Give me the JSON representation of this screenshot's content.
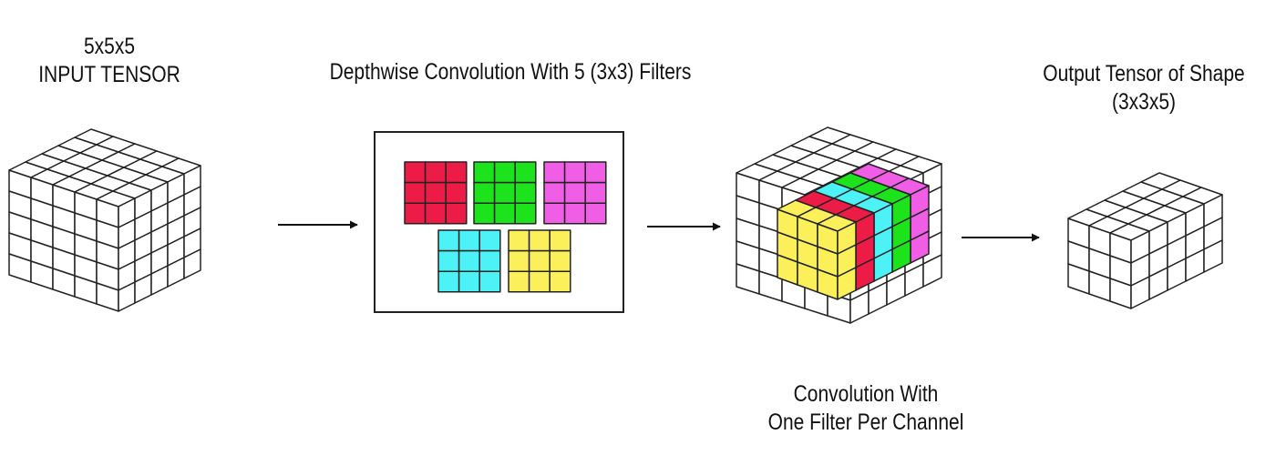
{
  "captions": {
    "input": {
      "line1": "5x5x5",
      "line2": "INPUT TENSOR"
    },
    "depthwise": "Depthwise Convolution With 5 (3x3) Filters",
    "output": {
      "line1": "Output Tensor of Shape",
      "line2": "(3x3x5)"
    },
    "convolution": {
      "line1": "Convolution With",
      "line2": "One Filter Per Channel"
    }
  },
  "filters": [
    {
      "color": "#ed1c46"
    },
    {
      "color": "#1ce31c"
    },
    {
      "color": "#f05ee6"
    },
    {
      "color": "#4cf2f5"
    },
    {
      "color": "#fbf05a"
    }
  ],
  "colors": {
    "stroke": "#222222",
    "cell_fill": "#ffffff"
  }
}
